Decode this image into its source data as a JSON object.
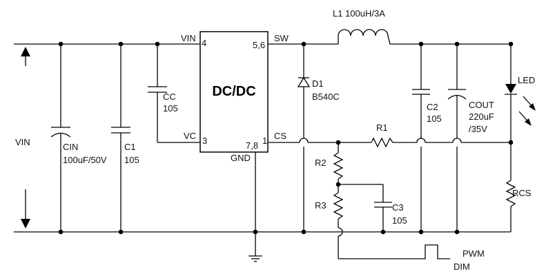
{
  "ic": {
    "title": "DC/DC",
    "pin_vin": "VIN",
    "pin_vin_num": "4",
    "pin_sw_num": "5,6",
    "pin_sw": "SW",
    "pin_vc": "VC",
    "pin_vc_num": "3",
    "pin_cs_num": "1",
    "pin_cs": "CS",
    "pin_gnd_num": "7,8",
    "pin_gnd": "GND"
  },
  "input": {
    "label": "VIN"
  },
  "cin": {
    "name": "CIN",
    "value": "100uF/50V"
  },
  "c1": {
    "name": "C1",
    "value": "105"
  },
  "cc": {
    "name": "CC",
    "value": "105"
  },
  "l1": {
    "label": "L1 100uH/3A"
  },
  "d1": {
    "name": "D1",
    "value": "B540C"
  },
  "c2": {
    "name": "C2",
    "value": "105"
  },
  "cout": {
    "name": "COUT",
    "value1": "220uF",
    "value2": "/35V"
  },
  "r1": {
    "name": "R1"
  },
  "r2": {
    "name": "R2"
  },
  "r3": {
    "name": "R3"
  },
  "c3": {
    "name": "C3",
    "value": "105"
  },
  "led": {
    "name": "LED"
  },
  "rcs": {
    "name": "RCS"
  },
  "pwm": {
    "line1": "PWM",
    "line2": "DIM"
  }
}
